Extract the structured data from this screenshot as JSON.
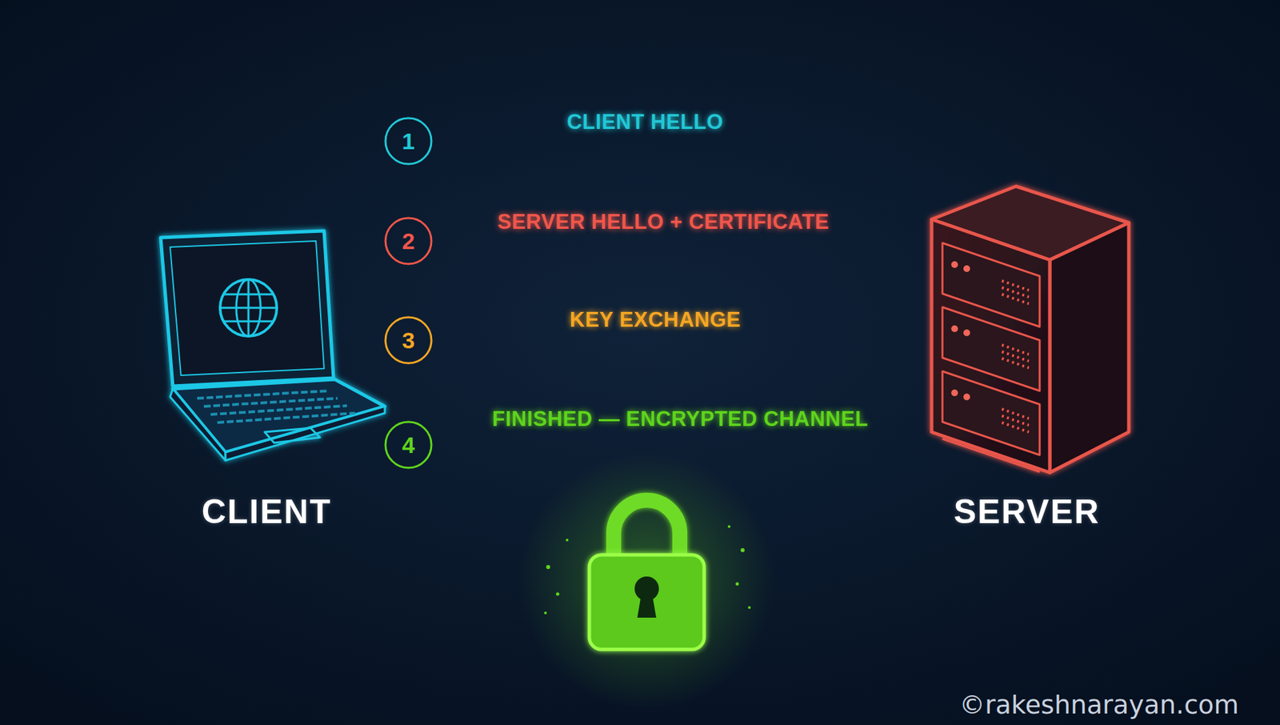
{
  "diagram": {
    "nodes": [
      {
        "text": [
          "CLIENT"
        ]
      },
      {
        "text": [
          "SERVER"
        ]
      }
    ],
    "edges": [
      {
        "from": 0,
        "to": 1,
        "label": "CLIENT HELLO",
        "arrow": "to"
      },
      {
        "from": 1,
        "to": 0,
        "label": "SERVER HELLO + CERTIFICATE",
        "arrow": "to"
      },
      {
        "from": 0,
        "to": 1,
        "label": "KEY EXCHANGE",
        "arrow": "to"
      },
      {
        "from": 1,
        "to": 0,
        "label": "FINISHED — ENCRYPTED CHANNEL",
        "arrow": "to"
      }
    ],
    "labels": [
      "1",
      "2",
      "3",
      "4",
      "©rakeshnarayan.com"
    ]
  }
}
